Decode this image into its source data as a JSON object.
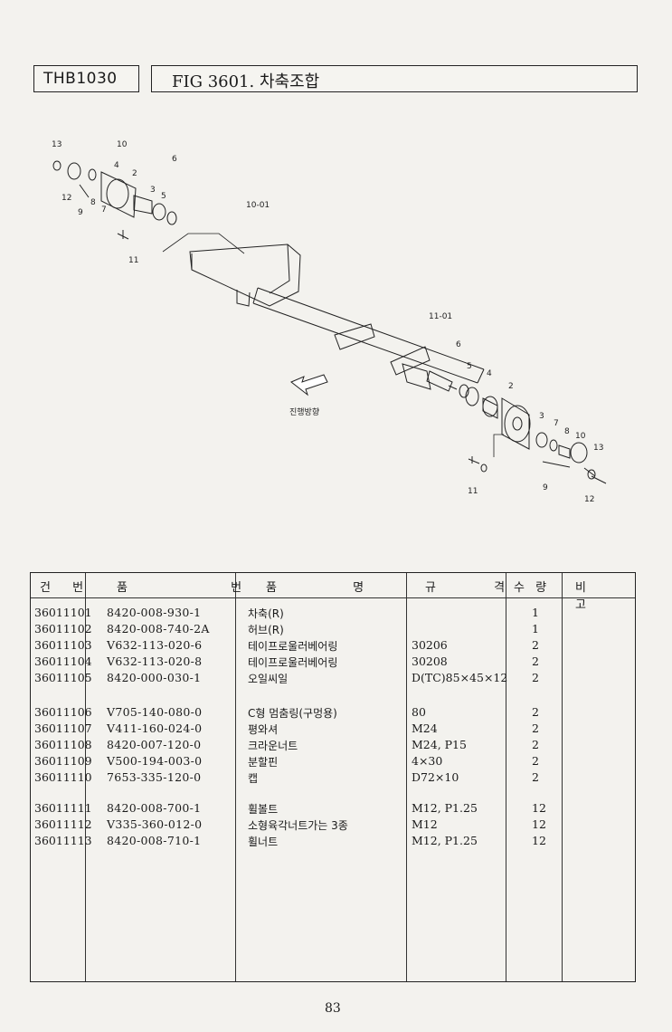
{
  "header": {
    "model": "THB1030",
    "figure_title": "FIG 3601. 차축조합"
  },
  "diagram": {
    "callouts_left": [
      "13",
      "10",
      "4",
      "2",
      "3",
      "5",
      "6",
      "12",
      "8",
      "7",
      "9",
      "11"
    ],
    "callouts_center": [
      "10-01",
      "11-01"
    ],
    "callouts_right": [
      "6",
      "5",
      "4",
      "2",
      "3",
      "7",
      "8",
      "10",
      "13",
      "11",
      "9",
      "12"
    ],
    "direction_label": "진행방향"
  },
  "table": {
    "columns": [
      "건 번",
      "품 번",
      "품 명",
      "규 격",
      "수 량",
      "비 고"
    ],
    "rows": [
      {
        "no": "36011101",
        "part": "8420-008-930-1",
        "name": "차축(R)",
        "spec": "",
        "qty": "1"
      },
      {
        "no": "36011102",
        "part": "8420-008-740-2A",
        "name": "허브(R)",
        "spec": "",
        "qty": "1"
      },
      {
        "no": "36011103",
        "part": "V632-113-020-6",
        "name": "테이프로울러베어링",
        "spec": "30206",
        "qty": "2"
      },
      {
        "no": "36011104",
        "part": "V632-113-020-8",
        "name": "테이프로울러베어링",
        "spec": "30208",
        "qty": "2"
      },
      {
        "no": "36011105",
        "part": "8420-000-030-1",
        "name": "오일씨일",
        "spec": "D(TC)85×45×12",
        "qty": "2"
      },
      {
        "no": "36011106",
        "part": "V705-140-080-0",
        "name": "C형 멈춤링(구멍용)",
        "spec": "80",
        "qty": "2"
      },
      {
        "no": "36011107",
        "part": "V411-160-024-0",
        "name": "평와셔",
        "spec": "M24",
        "qty": "2"
      },
      {
        "no": "36011108",
        "part": "8420-007-120-0",
        "name": "크라운너트",
        "spec": "M24, P15",
        "qty": "2"
      },
      {
        "no": "36011109",
        "part": "V500-194-003-0",
        "name": "분할핀",
        "spec": "4×30",
        "qty": "2"
      },
      {
        "no": "36011110",
        "part": "7653-335-120-0",
        "name": "캡",
        "spec": "D72×10",
        "qty": "2"
      },
      {
        "no": "36011111",
        "part": "8420-008-700-1",
        "name": "휠볼트",
        "spec": "M12, P1.25",
        "qty": "12"
      },
      {
        "no": "36011112",
        "part": "V335-360-012-0",
        "name": "소형육각너트가는 3종",
        "spec": "M12",
        "qty": "12"
      },
      {
        "no": "36011113",
        "part": "8420-008-710-1",
        "name": "휠너트",
        "spec": "M12, P1.25",
        "qty": "12"
      }
    ]
  },
  "footer": {
    "page_number": "83"
  }
}
